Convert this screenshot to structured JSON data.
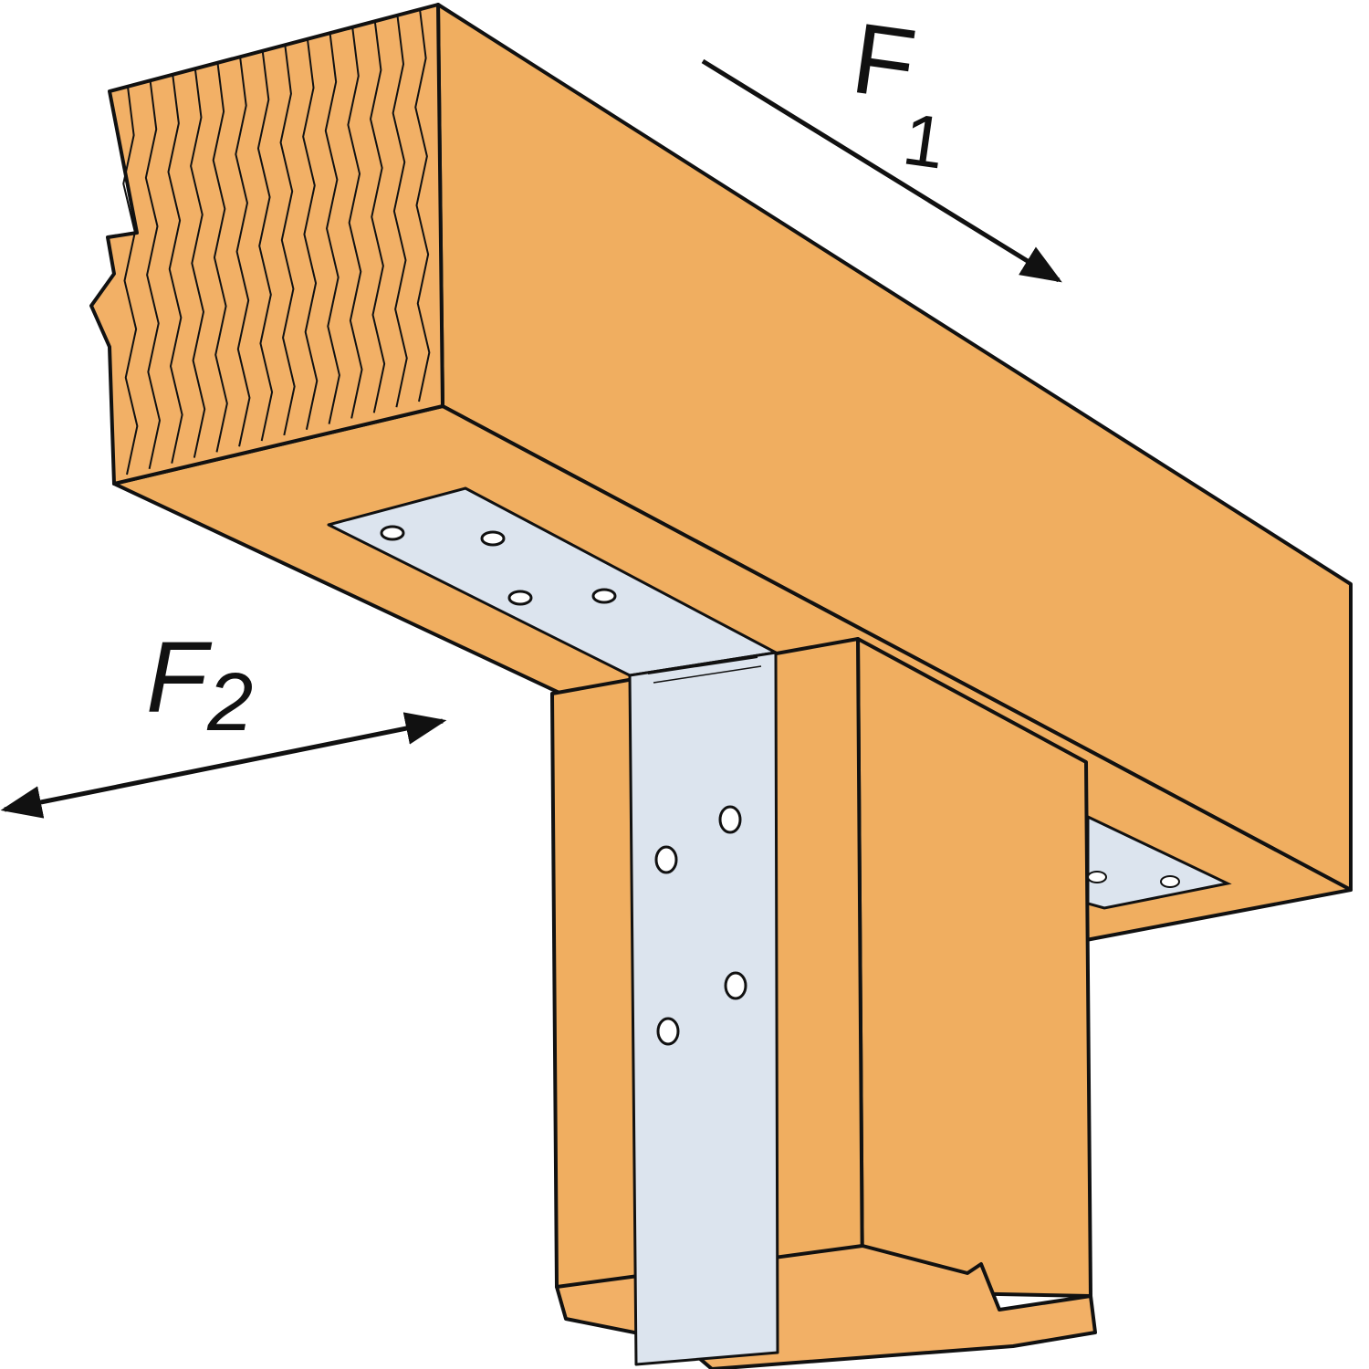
{
  "labels": {
    "force1": {
      "letter": "F",
      "sub": "1"
    },
    "force2": {
      "letter": "F",
      "sub": "2"
    }
  },
  "colors": {
    "wood": "#F0AE60",
    "wood_end": "#F2B066",
    "bracket": "#DCE4EE",
    "outline": "#111111"
  }
}
